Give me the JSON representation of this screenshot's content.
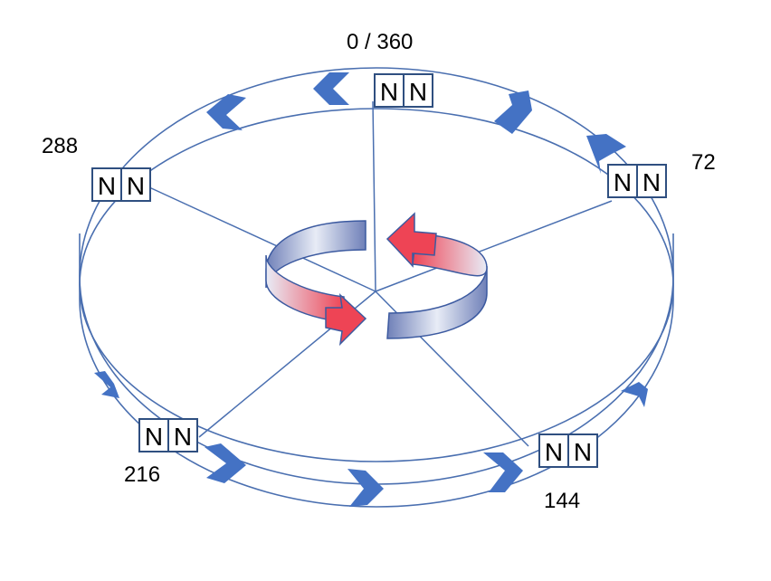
{
  "angle_labels": {
    "a0": "0 / 360",
    "a72": "72",
    "a144": "144",
    "a216": "216",
    "a288": "288"
  },
  "magnets": [
    {
      "name": "magnet-0",
      "left": "N",
      "right": "N"
    },
    {
      "name": "magnet-72",
      "left": "N",
      "right": "N"
    },
    {
      "name": "magnet-144",
      "left": "N",
      "right": "N"
    },
    {
      "name": "magnet-216",
      "left": "N",
      "right": "N"
    },
    {
      "name": "magnet-288",
      "left": "N",
      "right": "N"
    }
  ],
  "colors": {
    "ring_line": "#4a6fb0",
    "chevron": "#4472c4",
    "arrow_red": "#ee4455",
    "arrow_body": "#7f8fc0",
    "magnet_border": "#2f4f80"
  }
}
